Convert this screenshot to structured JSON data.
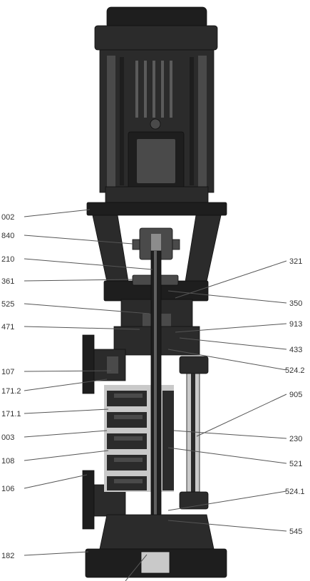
{
  "labels_left": [
    "002",
    "840",
    "210",
    "361",
    "525",
    "471",
    "107",
    "171.2",
    "171.1",
    "003",
    "108",
    "106",
    "182"
  ],
  "labels_right": [
    "321",
    "350",
    "913",
    "433",
    "524.2",
    "905",
    "230",
    "521",
    "524.1",
    "545"
  ]
}
